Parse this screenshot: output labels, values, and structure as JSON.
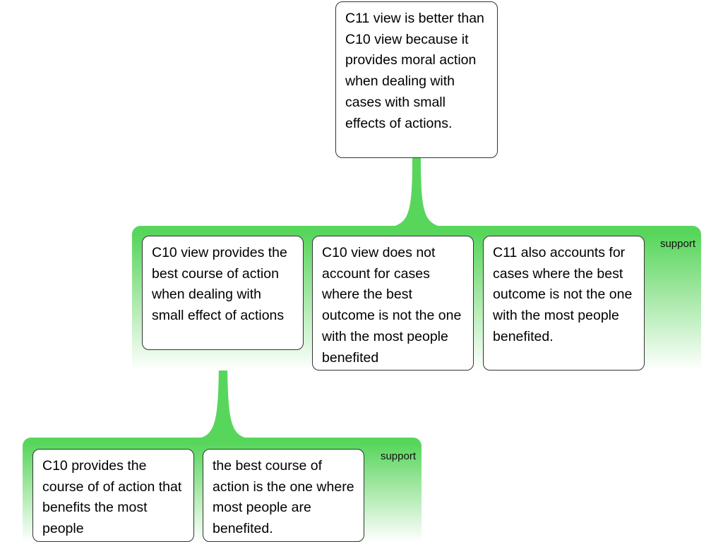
{
  "diagram": {
    "root": {
      "text": "C11 view is better than C10 view because it provides moral action when dealing with cases with small effects of actions."
    },
    "level1_group": {
      "label": "support",
      "cards": [
        {
          "text": "C10 view provides the best course of action when dealing with small effect of actions"
        },
        {
          "text": "C10 view does not account for cases where the best outcome is not the one with the most people benefited"
        },
        {
          "text": "C11 also accounts for cases where the best outcome is not the one with the most people benefited."
        }
      ]
    },
    "level2_group": {
      "label": "support",
      "cards": [
        {
          "text": "C10 provides the course of of action that benefits the most people"
        },
        {
          "text": "the best course of action is the one where most people are benefited."
        }
      ]
    },
    "colors": {
      "connector": "#58d65c",
      "group_top": "#58d65c",
      "card_border": "#333333"
    }
  }
}
